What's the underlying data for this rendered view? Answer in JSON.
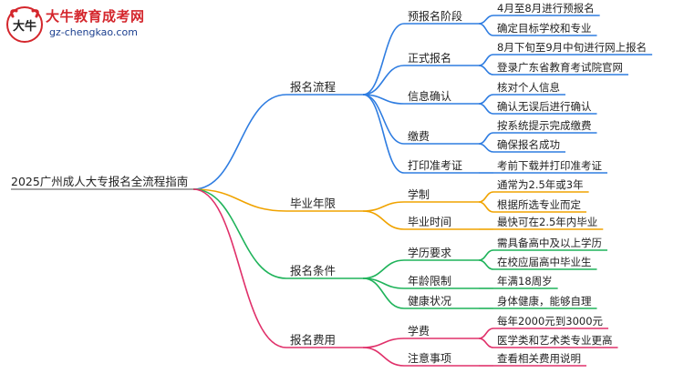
{
  "logo": {
    "title": "大牛教育成考网",
    "url": "gz-chengkao.com",
    "mark_text": "大牛"
  },
  "mindmap": {
    "root": "2025广州成人大专报名全流程指南",
    "branches": [
      {
        "label": "报名流程",
        "color": "#2f7de1",
        "children": [
          {
            "label": "预报名阶段",
            "children": [
              "4月至8月进行预报名",
              "确定目标学校和专业"
            ]
          },
          {
            "label": "正式报名",
            "children": [
              "8月下旬至9月中旬进行网上报名",
              "登录广东省教育考试院官网"
            ]
          },
          {
            "label": "信息确认",
            "children": [
              "核对个人信息",
              "确认无误后进行确认"
            ]
          },
          {
            "label": "缴费",
            "children": [
              "按系统提示完成缴费",
              "确保报名成功"
            ]
          },
          {
            "label": "打印准考证",
            "children": [
              "考前下载并打印准考证"
            ]
          }
        ]
      },
      {
        "label": "毕业年限",
        "color": "#f0a300",
        "children": [
          {
            "label": "学制",
            "children": [
              "通常为2.5年或3年",
              "根据所选专业而定"
            ]
          },
          {
            "label": "毕业时间",
            "children": [
              "最快可在2.5年内毕业"
            ]
          }
        ]
      },
      {
        "label": "报名条件",
        "color": "#1fb35a",
        "children": [
          {
            "label": "学历要求",
            "children": [
              "需具备高中及以上学历",
              "在校应届高中毕业生"
            ]
          },
          {
            "label": "年龄限制",
            "children": [
              "年满18周岁"
            ]
          },
          {
            "label": "健康状况",
            "children": [
              "身体健康，能够自理"
            ]
          }
        ]
      },
      {
        "label": "报名费用",
        "color": "#e0306a",
        "children": [
          {
            "label": "学费",
            "children": [
              "每年2000元到3000元",
              "医学类和艺术类专业更高"
            ]
          },
          {
            "label": "注意事项",
            "children": [
              "查看相关费用说明"
            ]
          }
        ]
      }
    ]
  }
}
